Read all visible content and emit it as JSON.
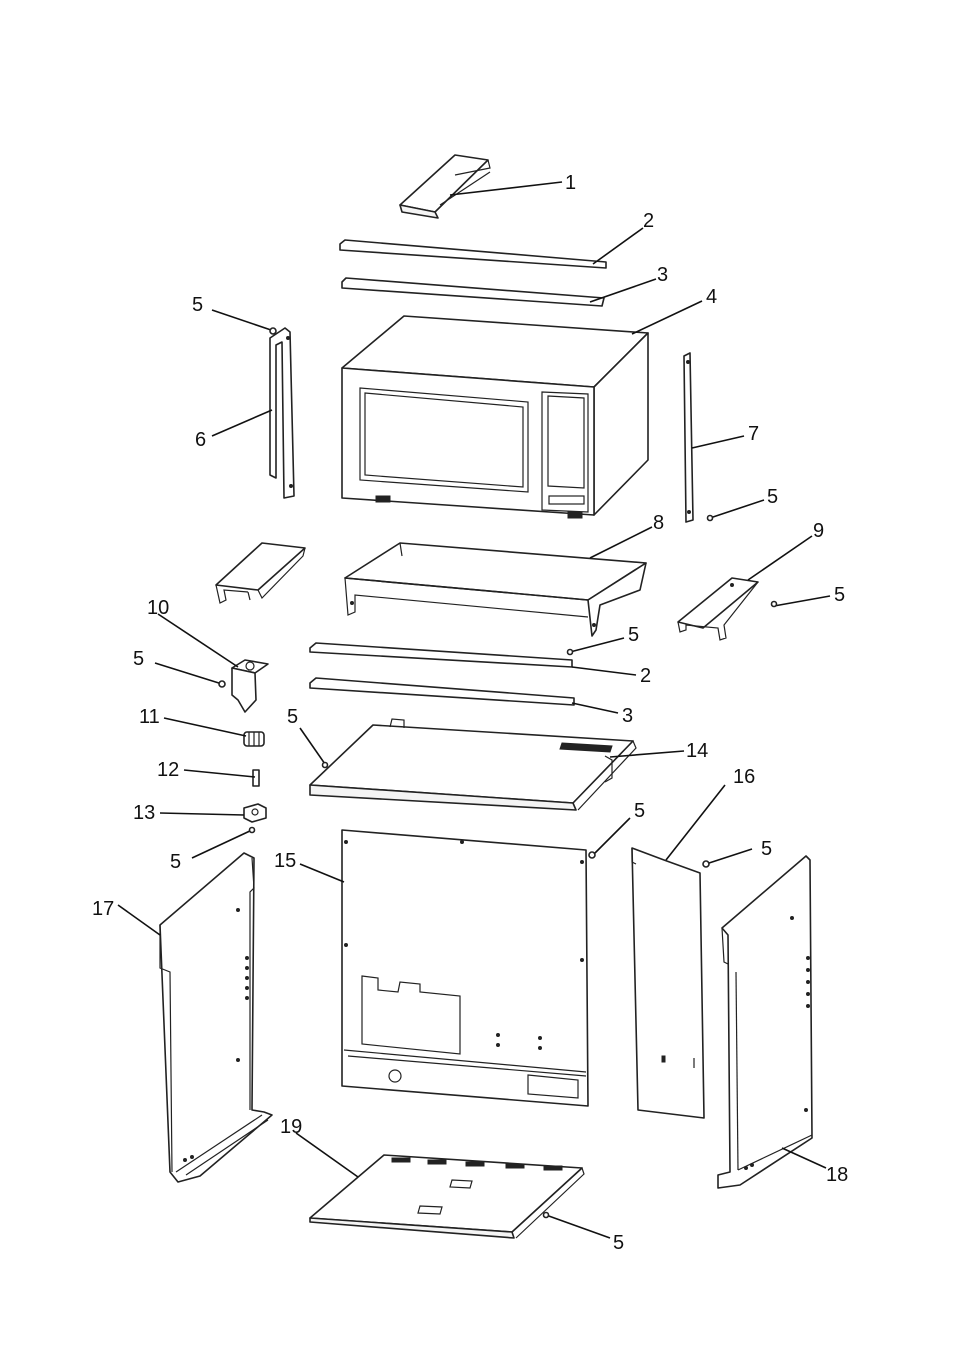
{
  "callouts": [
    {
      "id": "c1",
      "label": "1"
    },
    {
      "id": "c2a",
      "label": "2"
    },
    {
      "id": "c3a",
      "label": "3"
    },
    {
      "id": "c4",
      "label": "4"
    },
    {
      "id": "c5a",
      "label": "5"
    },
    {
      "id": "c6",
      "label": "6"
    },
    {
      "id": "c7",
      "label": "7"
    },
    {
      "id": "c5b",
      "label": "5"
    },
    {
      "id": "c8",
      "label": "8"
    },
    {
      "id": "c9",
      "label": "9"
    },
    {
      "id": "c5c",
      "label": "5"
    },
    {
      "id": "c10",
      "label": "10"
    },
    {
      "id": "c5d",
      "label": "5"
    },
    {
      "id": "c5e",
      "label": "5"
    },
    {
      "id": "c2b",
      "label": "2"
    },
    {
      "id": "c3b",
      "label": "3"
    },
    {
      "id": "c11",
      "label": "11"
    },
    {
      "id": "c5f",
      "label": "5"
    },
    {
      "id": "c14",
      "label": "14"
    },
    {
      "id": "c12",
      "label": "12"
    },
    {
      "id": "c16",
      "label": "16"
    },
    {
      "id": "c13",
      "label": "13"
    },
    {
      "id": "c5g",
      "label": "5"
    },
    {
      "id": "c5h",
      "label": "5"
    },
    {
      "id": "c15",
      "label": "15"
    },
    {
      "id": "c5i",
      "label": "5"
    },
    {
      "id": "c17",
      "label": "17"
    },
    {
      "id": "c19",
      "label": "19"
    },
    {
      "id": "c18",
      "label": "18"
    },
    {
      "id": "c5j",
      "label": "5"
    }
  ]
}
